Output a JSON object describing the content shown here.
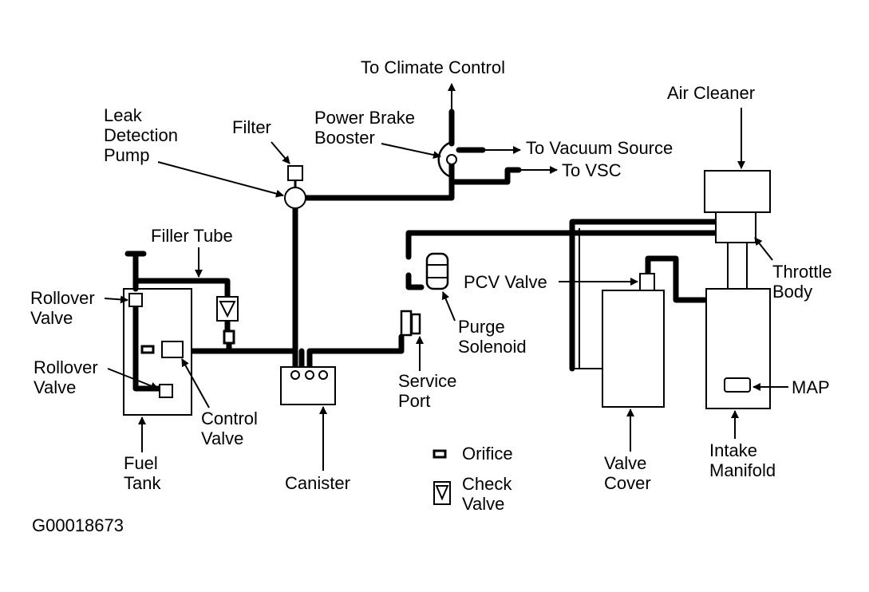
{
  "labels": {
    "to_climate_control": "To Climate Control",
    "power_brake_1": "Power Brake",
    "power_brake_2": "Booster",
    "to_vacuum_source": "To Vacuum Source",
    "to_vsc": "To VSC",
    "leak_1": "Leak",
    "leak_2": "Detection",
    "leak_3": "Pump",
    "filter": "Filter",
    "air_cleaner": "Air Cleaner",
    "filler_tube": "Filler Tube",
    "rollover_a_1": "Rollover",
    "rollover_a_2": "Valve",
    "rollover_b_1": "Rollover",
    "rollover_b_2": "Valve",
    "pcv_valve": "PCV Valve",
    "throttle_1": "Throttle",
    "throttle_2": "Body",
    "purge_1": "Purge",
    "purge_2": "Solenoid",
    "control_1": "Control",
    "control_2": "Valve",
    "service_1": "Service",
    "service_2": "Port",
    "map": "MAP",
    "fuel_1": "Fuel",
    "fuel_2": "Tank",
    "canister": "Canister",
    "orifice": "Orifice",
    "check_1": "Check",
    "check_2": "Valve",
    "valve_cover_1": "Valve",
    "valve_cover_2": "Cover",
    "intake_1": "Intake",
    "intake_2": "Manifold",
    "figure_id": "G00018673"
  }
}
